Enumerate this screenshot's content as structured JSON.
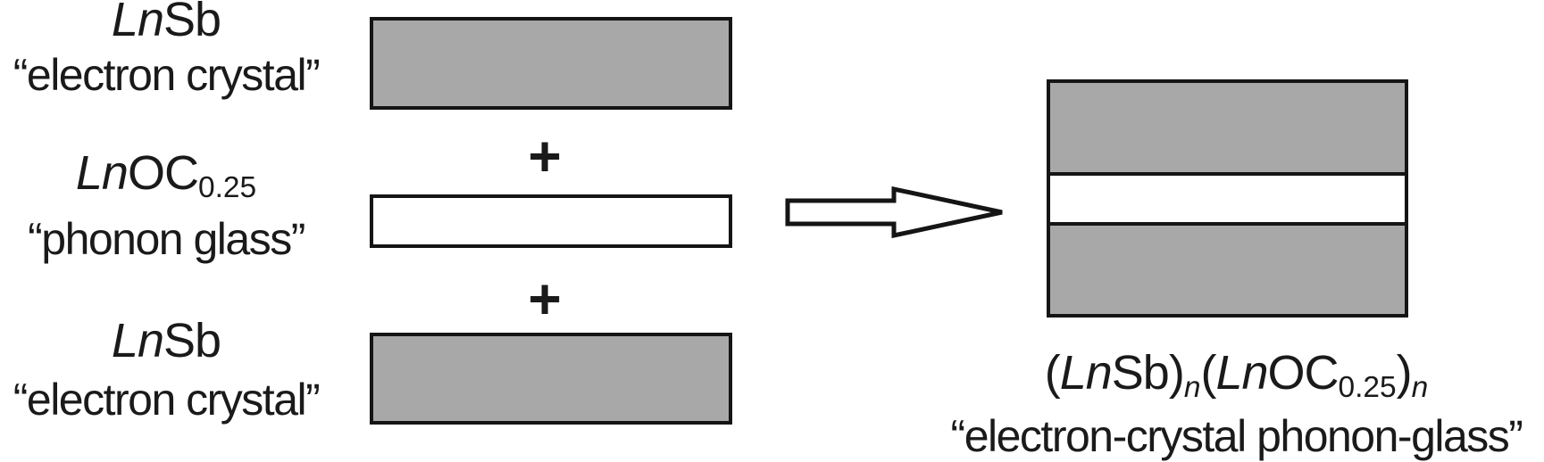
{
  "palette": {
    "layer_gray": "#a8a8a8",
    "layer_white": "#ffffff",
    "outline_black": "#151515"
  },
  "left": {
    "plus": "+",
    "items": [
      {
        "formula": {
          "italic": "Ln",
          "roman": "Sb",
          "sub": ""
        },
        "caption": "“electron crystal”",
        "layer_fill": "gray"
      },
      {
        "formula": {
          "italic": "Ln",
          "roman": "OC",
          "sub": "0.25"
        },
        "caption": "“phonon glass”",
        "layer_fill": "white"
      },
      {
        "formula": {
          "italic": "Ln",
          "roman": "Sb",
          "sub": ""
        },
        "caption": "“electron crystal”",
        "layer_fill": "gray"
      }
    ]
  },
  "arrow": {
    "direction": "right"
  },
  "result": {
    "stack_layers": [
      "gray",
      "white",
      "gray"
    ],
    "formula_parts": [
      {
        "t": "(",
        "style": "roman"
      },
      {
        "t": "Ln",
        "style": "italic"
      },
      {
        "t": "Sb",
        "style": "roman"
      },
      {
        "t": ")",
        "style": "roman"
      },
      {
        "t": "n",
        "style": "sub-italic"
      },
      {
        "t": "(",
        "style": "roman"
      },
      {
        "t": "Ln",
        "style": "italic"
      },
      {
        "t": "OC",
        "style": "roman"
      },
      {
        "t": "0.25",
        "style": "sub"
      },
      {
        "t": ")",
        "style": "roman"
      },
      {
        "t": "n",
        "style": "sub-italic"
      }
    ],
    "caption": "“electron-crystal phonon-glass”"
  }
}
